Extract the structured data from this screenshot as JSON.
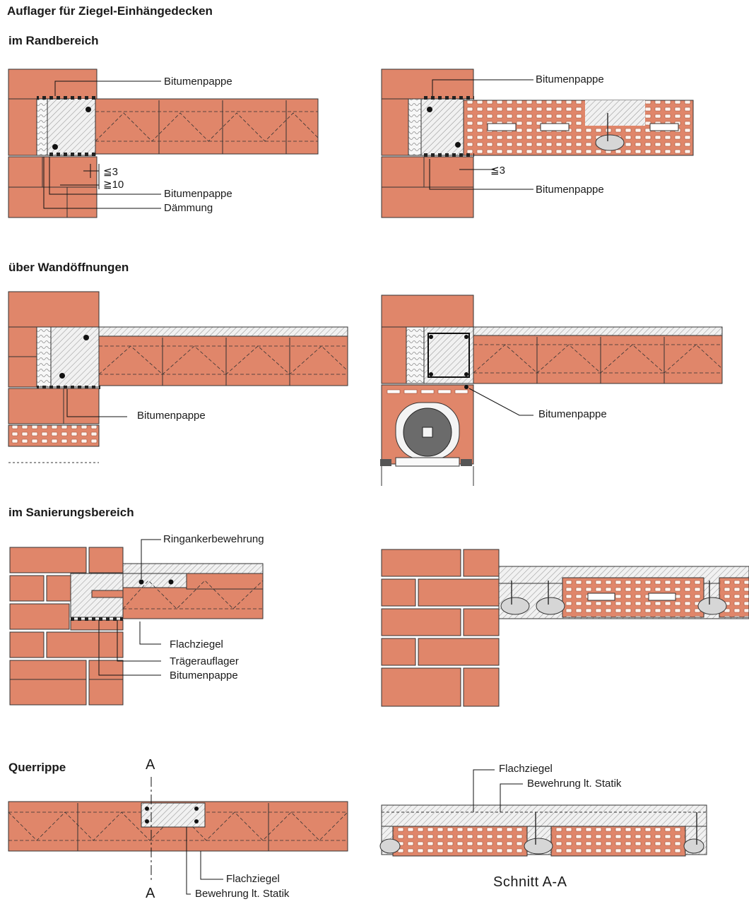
{
  "page_title": "Auflager für Ziegel-Einhängedecken",
  "sections": {
    "randbereich": "im Randbereich",
    "wandoeffnungen": "über Wandöffnungen",
    "sanierung": "im Sanierungsbereich",
    "querrippe": "Querrippe"
  },
  "labels": {
    "bitumenpappe": "Bitumenpappe",
    "daemmung": "Dämmung",
    "dim_le3": "≦3",
    "dim_ge10": "≧10",
    "ringanker": "Ringankerbewehrung",
    "flachziegel": "Flachziegel",
    "traegerauflager": "Trägerauflager",
    "bewehrung": "Bewehrung lt. Statik",
    "section_mark": "A",
    "schnitt": "Schnitt A-A"
  },
  "colors": {
    "brick": "#e0866a",
    "brick_dark": "#c9684c",
    "concrete": "#eeeeee",
    "line": "#1a1a1a"
  }
}
